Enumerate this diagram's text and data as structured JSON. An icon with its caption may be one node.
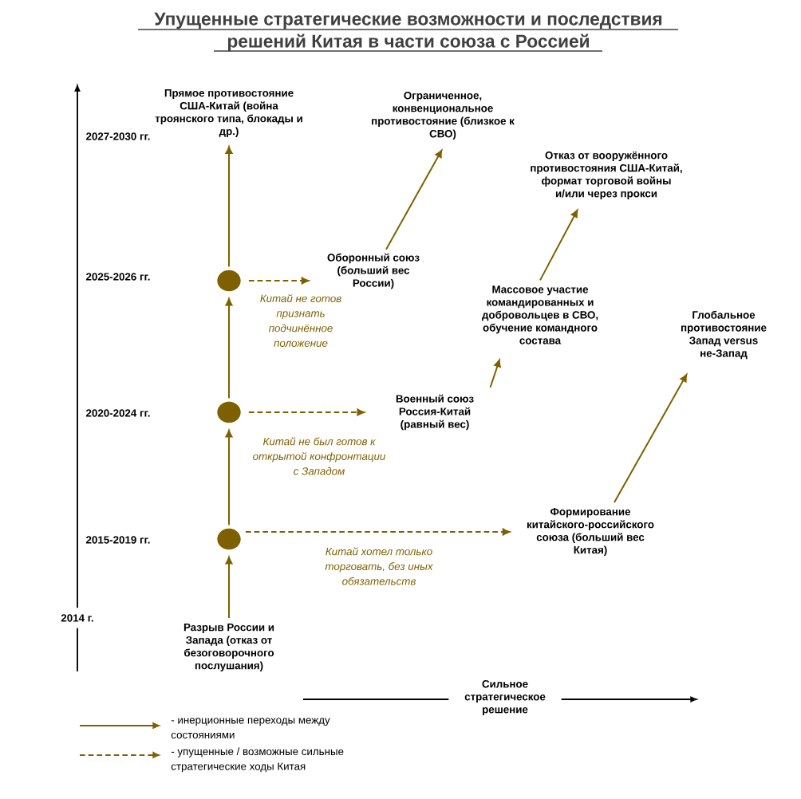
{
  "diagram": {
    "title": "Упущенные стратегические возможности и последствия решений Китая в части союза с Россией",
    "nodes": [
      {
        "text": [
          "Разрыв России и Запада (отказ от безоговорочного послушания)"
        ]
      },
      {
        "text": [],
        "shape": "circle"
      },
      {
        "text": [],
        "shape": "circle"
      },
      {
        "text": [],
        "shape": "circle"
      },
      {
        "text": [
          "Прямое противостояние США-Китай (война троянского типа, блокады и др.)"
        ]
      },
      {
        "text": [
          "Формирование китайского-российского союза (больший вес Китая)"
        ]
      },
      {
        "text": [
          "Военный союз Россия-Китай (равный вес)"
        ]
      },
      {
        "text": [
          "Оборонный союз (больший вес России)"
        ]
      },
      {
        "text": [
          "Глобальное противостояние Запад versus не-Запад"
        ]
      },
      {
        "text": [
          "Массовое участие командированных и добровольцев в СВО, обучение командного состава"
        ]
      },
      {
        "text": [
          "Ограниченное, конвенциональное противостояние (близкое к СВО)"
        ]
      },
      {
        "text": [
          "Отказ от вооружённого противостояния США-Китай, формат торговой войны и/или через прокси"
        ]
      }
    ],
    "edges": [
      {
        "from": 0,
        "to": 3,
        "arrow": "to"
      },
      {
        "from": 3,
        "to": 2,
        "arrow": "to"
      },
      {
        "from": 2,
        "to": 1,
        "arrow": "to"
      },
      {
        "from": 1,
        "to": 4,
        "arrow": "to"
      },
      {
        "from": 3,
        "to": 5,
        "arrow": "to",
        "style": "dashed",
        "label": "Китай хотел только торговать, без иных обязательств"
      },
      {
        "from": 2,
        "to": 6,
        "arrow": "to",
        "style": "dashed",
        "label": "Китай не был готов к открытой конфронтации с Западом"
      },
      {
        "from": 1,
        "to": 7,
        "arrow": "to",
        "style": "dashed",
        "label": "Китай не готов признать подчинённое положение"
      },
      {
        "from": 5,
        "to": 8,
        "arrow": "to"
      },
      {
        "from": 6,
        "to": 9,
        "arrow": "to"
      },
      {
        "from": 9,
        "to": 11,
        "arrow": "to"
      },
      {
        "from": 7,
        "to": 10,
        "arrow": "to"
      }
    ],
    "labels": [
      "2027-2030 гг.",
      "2025-2026 гг.",
      "2020-2024 гг.",
      "2015-2019 гг.",
      "2014 г.",
      "Сильное стратегическое решение"
    ],
    "legend": [
      {
        "text": "- инерционные переходы между состояниями"
      },
      {
        "text": "- упущенные / возможные сильные стратегические ходы Китая"
      }
    ]
  }
}
